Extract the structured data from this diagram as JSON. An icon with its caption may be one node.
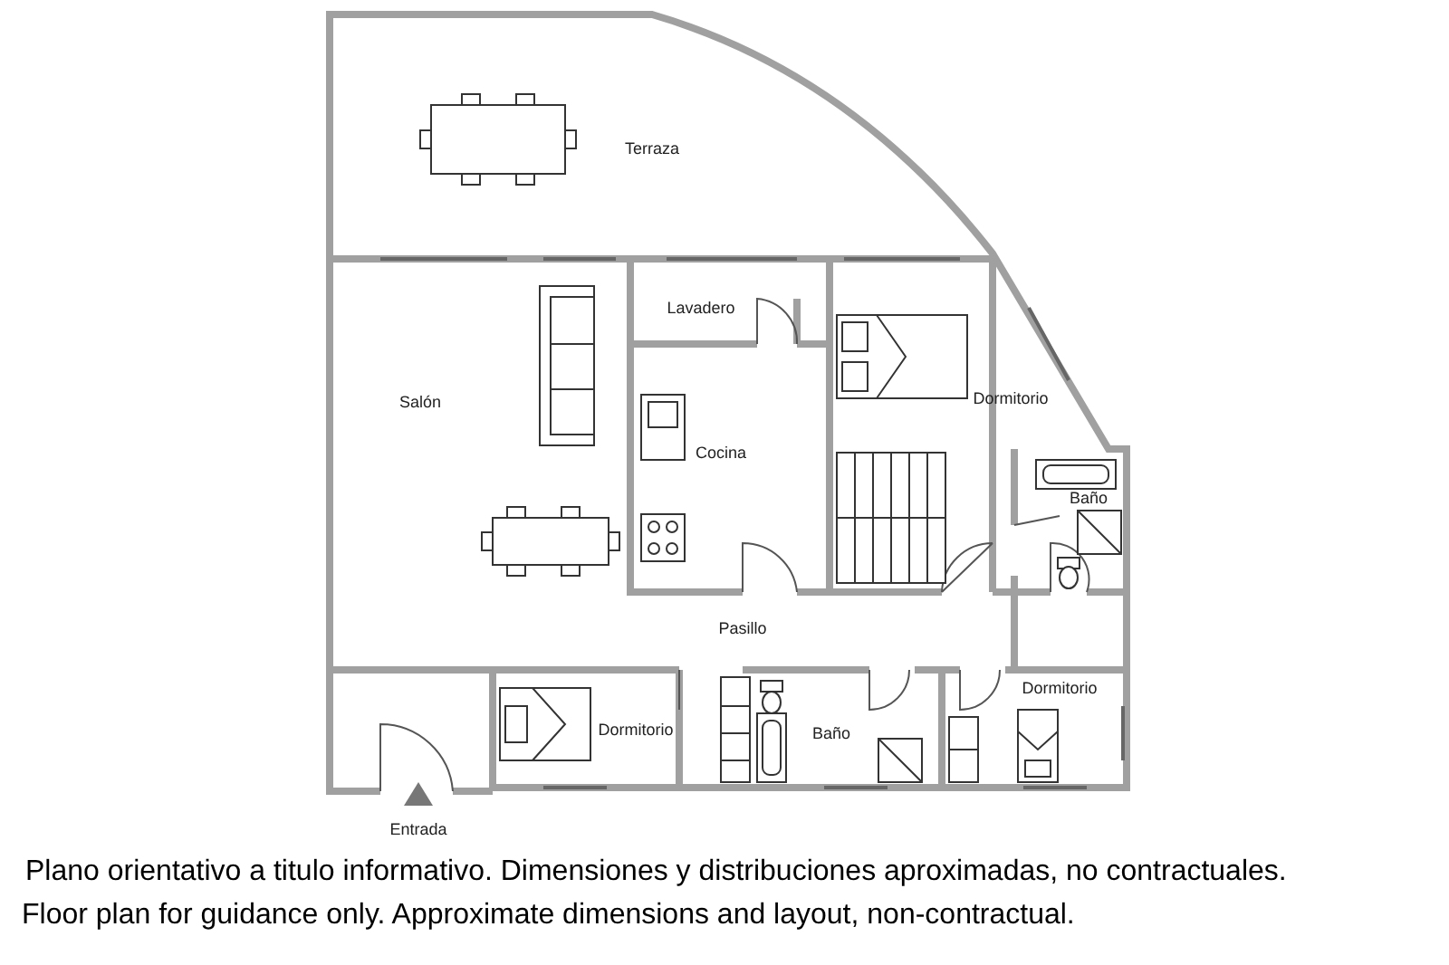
{
  "diagram": {
    "labels": [
      "Terraza",
      "Lavadero",
      "Salón",
      "Cocina",
      "Dormitorio",
      "Baño",
      "Pasillo",
      "Dormitorio",
      "Baño",
      "Dormitorio",
      "Entrada",
      "Plano orientativo a titulo informativo. Dimensiones y distribuciones aproximadas, no contractuales.",
      "Floor plan for guidance only. Approximate dimensions and layout, non-contractual."
    ]
  }
}
